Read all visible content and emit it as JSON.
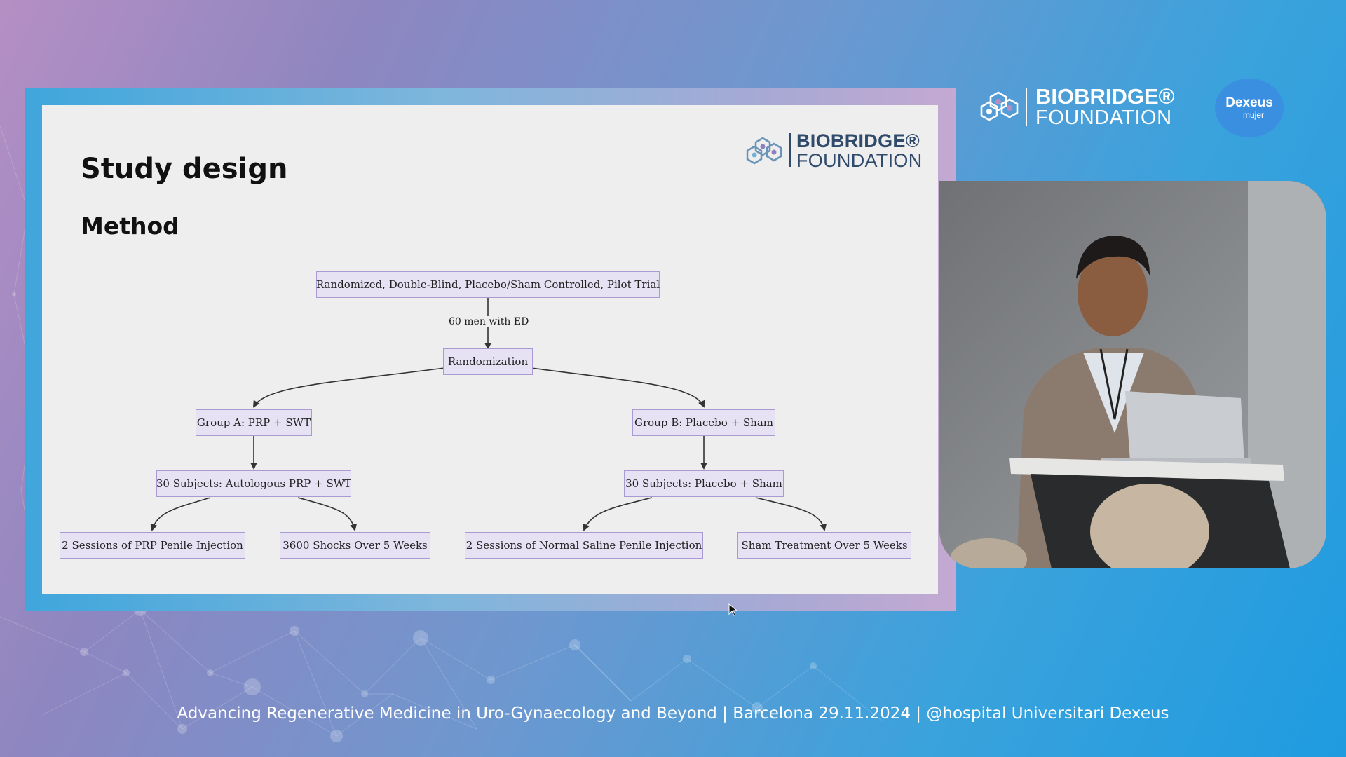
{
  "slide": {
    "title": "Study design",
    "subtitle": "Method",
    "logo": {
      "line1": "BIOBRIDGE®",
      "line2": "FOUNDATION",
      "color": "#2f4a6b"
    }
  },
  "flowchart": {
    "nodes": {
      "trial": "Randomized, Double-Blind, Placebo/Sham Controlled, Pilot Trial",
      "randomization": "Randomization",
      "group_a": "Group A: PRP + SWT",
      "group_b": "Group B: Placebo + Sham",
      "subjects_a": "30 Subjects: Autologous PRP + SWT",
      "subjects_b": "30 Subjects: Placebo + Sham",
      "prp_injection": "2 Sessions of PRP Penile Injection",
      "shocks": "3600 Shocks Over 5 Weeks",
      "saline_injection": "2 Sessions of Normal Saline Penile Injection",
      "sham_treatment": "Sham Treatment Over 5 Weeks"
    },
    "edge_labels": {
      "trial_to_randomization": "60 men with ED"
    },
    "colors": {
      "node_fill": "#e6e2f4",
      "node_border": "#a99ad3",
      "edge": "#333333"
    }
  },
  "header": {
    "logo": {
      "line1": "BIOBRIDGE®",
      "line2": "FOUNDATION"
    },
    "partner": {
      "name": "Dexeus",
      "sub": "mujer",
      "color": "#3a8fe0"
    }
  },
  "footer": {
    "text": "Advancing Regenerative Medicine in Uro-Gynaecology and Beyond | Barcelona 29.11.2024 | @hospital Universitari Dexeus"
  },
  "colors": {
    "accent_blue": "#1f9be0",
    "accent_purple": "#b58fc4"
  }
}
